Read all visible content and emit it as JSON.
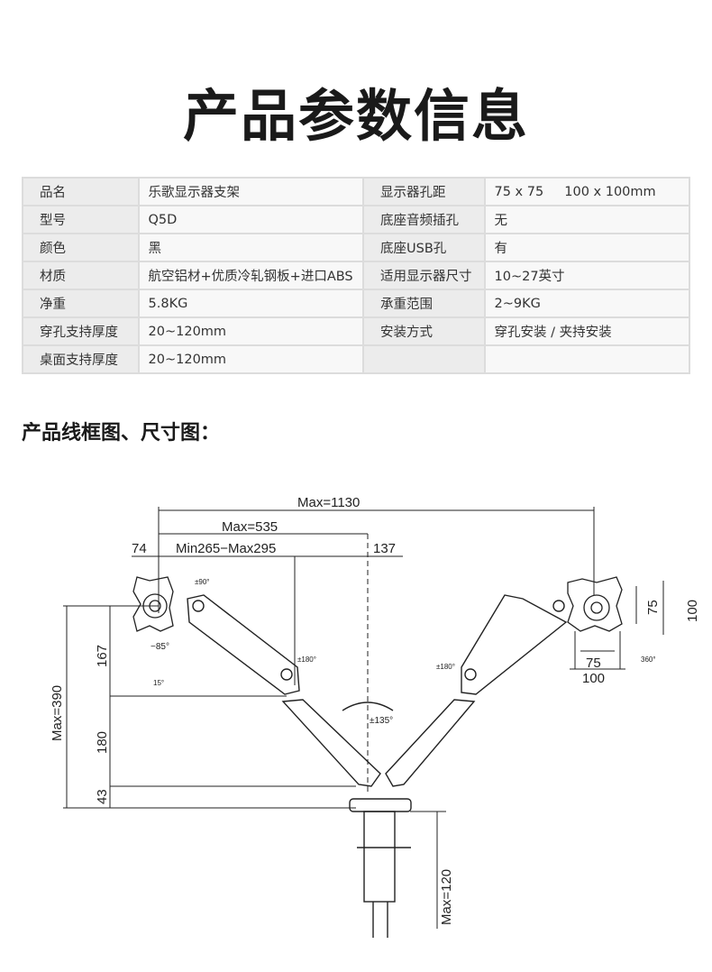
{
  "title": "产品参数信息",
  "spec_rows": [
    [
      "品名",
      "乐歌显示器支架",
      "显示器孔距",
      "75 x 75     100 x 100mm"
    ],
    [
      "型号",
      "Q5D",
      "底座音频插孔",
      "无"
    ],
    [
      "颜色",
      "黑",
      "底座USB孔",
      "有"
    ],
    [
      "材质",
      "航空铝材+优质冷轧钢板+进口ABS",
      "适用显示器尺寸",
      "10~27英寸"
    ],
    [
      "净重",
      "5.8KG",
      "承重范围",
      "2~9KG"
    ],
    [
      "穿孔支持厚度",
      "20~120mm",
      "安装方式",
      "穿孔安装 / 夹持安装"
    ],
    [
      "桌面支持厚度",
      "20~120mm",
      "",
      ""
    ]
  ],
  "diagram_title": "产品线框图、尺寸图：",
  "dims": {
    "max_1130": "Max=1130",
    "max_535": "Max=535",
    "d74": "74",
    "min_max": "Min265−Max295",
    "d137": "137",
    "rot90": "±90°",
    "tilt_m85": "−85°",
    "tilt_15": "15°",
    "rot180_l": "±180°",
    "rot180_r": "±180°",
    "rot135": "±135°",
    "rot360": "360°",
    "d75_v": "75",
    "d100_v": "100",
    "d75_h": "75",
    "d100_h": "100",
    "max_390": "Max=390",
    "d167": "167",
    "d180": "180",
    "d43": "43",
    "max_120": "Max=120"
  }
}
